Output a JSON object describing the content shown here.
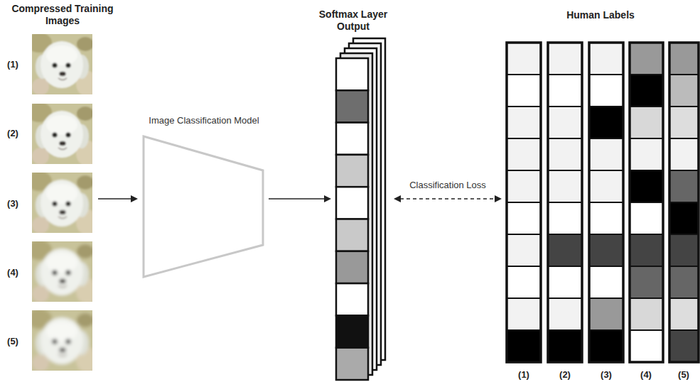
{
  "diagram": {
    "nodes": [
      {
        "text": [
          "Compressed Training Images"
        ]
      },
      {
        "text": [
          "Image Classification Model"
        ]
      },
      {
        "text": [
          "Softmax Layer Output"
        ]
      },
      {
        "text": [
          "Human Labels"
        ]
      }
    ],
    "edges": [
      {
        "from": 0,
        "to": 1,
        "arrow": "to"
      },
      {
        "from": 1,
        "to": 2,
        "arrow": "to"
      },
      {
        "from": 2,
        "to": 3,
        "arrow": "both",
        "label": "Classification Loss"
      }
    ],
    "labels": [
      "(1)",
      "(2)",
      "(3)",
      "(4)",
      "(5)",
      "(1)",
      "(2)",
      "(3)",
      "(4)",
      "(5)"
    ]
  }
}
